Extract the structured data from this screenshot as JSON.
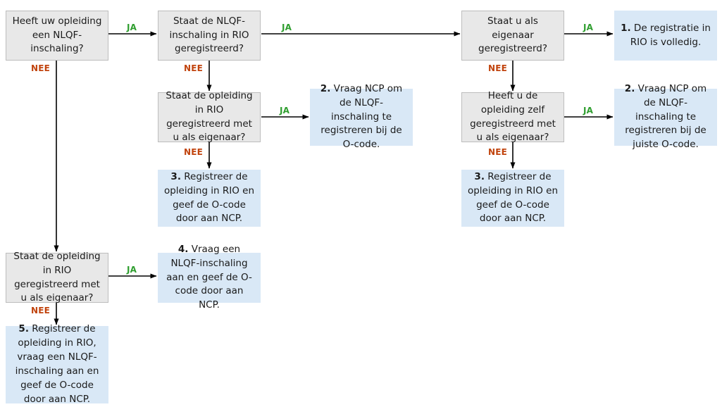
{
  "diagram": {
    "title": "NLQF-inschaling en RIO-registratie beslisboom",
    "colors": {
      "decision_fill": "#e8e8e8",
      "decision_border": "#bdbdbd",
      "action_fill": "#d9e8f6",
      "yes_label": "#2f9e2f",
      "no_label": "#c1440e",
      "arrow": "#000000",
      "background": "#ffffff"
    },
    "labels": {
      "yes": "JA",
      "no": "NEE"
    },
    "nodes": {
      "q1": {
        "kind": "decision",
        "text": "Heeft uw opleiding een NLQF-inschaling?"
      },
      "q2": {
        "kind": "decision",
        "text": "Staat de NLQF-inschaling in RIO geregistreerd?"
      },
      "q3": {
        "kind": "decision",
        "text": "Staat u als eigenaar geregistreerd?"
      },
      "q4": {
        "kind": "decision",
        "text": "Staat de opleiding in RIO geregistreerd met u als eigenaar?"
      },
      "q5": {
        "kind": "decision",
        "text": "Heeft u de opleiding zelf geregistreerd met u als eigenaar?"
      },
      "q6": {
        "kind": "decision",
        "text": "Staat de opleiding in RIO geregistreerd met u als eigenaar?"
      },
      "a1": {
        "kind": "action",
        "number": "1.",
        "text": "De registratie in RIO is volledig."
      },
      "a2a": {
        "kind": "action",
        "number": "2.",
        "text": "Vraag NCP om de NLQF-inschaling te registreren bij de O-code."
      },
      "a2b": {
        "kind": "action",
        "number": "2.",
        "text": "Vraag NCP om de NLQF-inschaling te registreren bij de juiste O-code."
      },
      "a3a": {
        "kind": "action",
        "number": "3.",
        "text": "Registreer de opleiding in RIO en geef de O-code door aan NCP."
      },
      "a3b": {
        "kind": "action",
        "number": "3.",
        "text": "Registreer de opleiding in RIO en geef de O-code door aan NCP."
      },
      "a4": {
        "kind": "action",
        "number": "4.",
        "text": "Vraag een NLQF-inschaling aan en geef de O-code door aan NCP."
      },
      "a5": {
        "kind": "action",
        "number": "5.",
        "text": "Registreer de opleiding in RIO, vraag een NLQF-inschaling aan en geef de O-code door aan NCP."
      }
    },
    "edges": [
      {
        "from": "q1",
        "to": "q2",
        "label": "JA"
      },
      {
        "from": "q1",
        "to": "q6",
        "label": "NEE"
      },
      {
        "from": "q2",
        "to": "q3",
        "label": "JA"
      },
      {
        "from": "q2",
        "to": "q4",
        "label": "NEE"
      },
      {
        "from": "q3",
        "to": "a1",
        "label": "JA"
      },
      {
        "from": "q3",
        "to": "q5",
        "label": "NEE"
      },
      {
        "from": "q4",
        "to": "a2a",
        "label": "JA"
      },
      {
        "from": "q4",
        "to": "a3a",
        "label": "NEE"
      },
      {
        "from": "q5",
        "to": "a2b",
        "label": "JA"
      },
      {
        "from": "q5",
        "to": "a3b",
        "label": "NEE"
      },
      {
        "from": "q6",
        "to": "a4",
        "label": "JA"
      },
      {
        "from": "q6",
        "to": "a5",
        "label": "NEE"
      }
    ]
  }
}
